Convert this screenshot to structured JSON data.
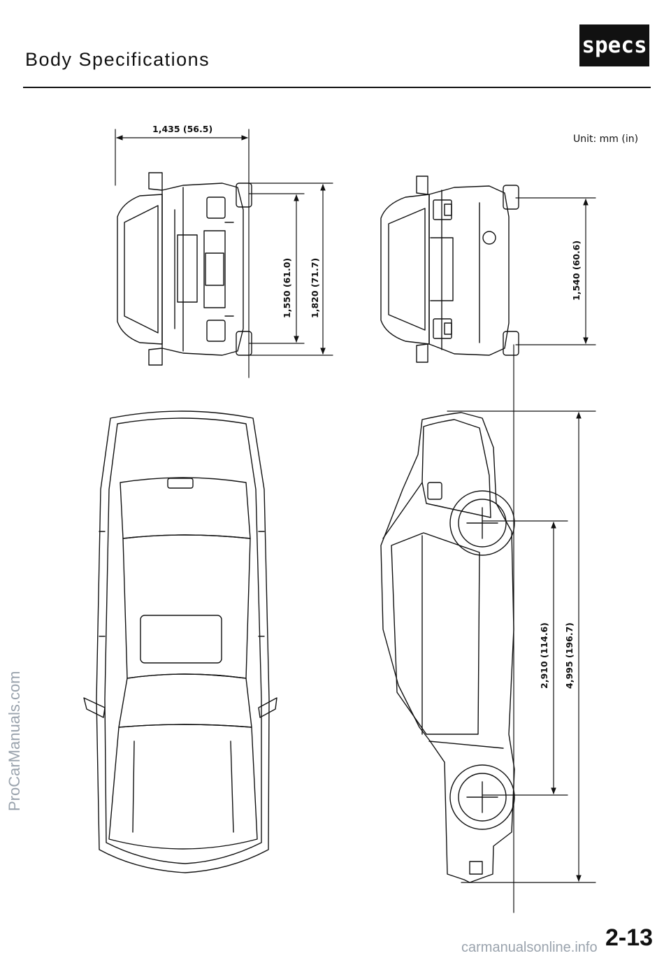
{
  "header": {
    "title": "Body Specifications",
    "badge": "specs"
  },
  "unit_note": "Unit: mm (in)",
  "dimensions": {
    "track_width": "1,435 (56.5)",
    "front_track": "1,550 (61.0)",
    "overall_width": "1,820 (71.7)",
    "rear_track": "1,540 (60.6)",
    "wheelbase": "2,910 (114.6)",
    "overall_length": "4,995 (196.7)"
  },
  "watermark_side": "ProCarManuals.com",
  "watermark_footer": "carmanualsonline.info",
  "page_number": "2-13"
}
